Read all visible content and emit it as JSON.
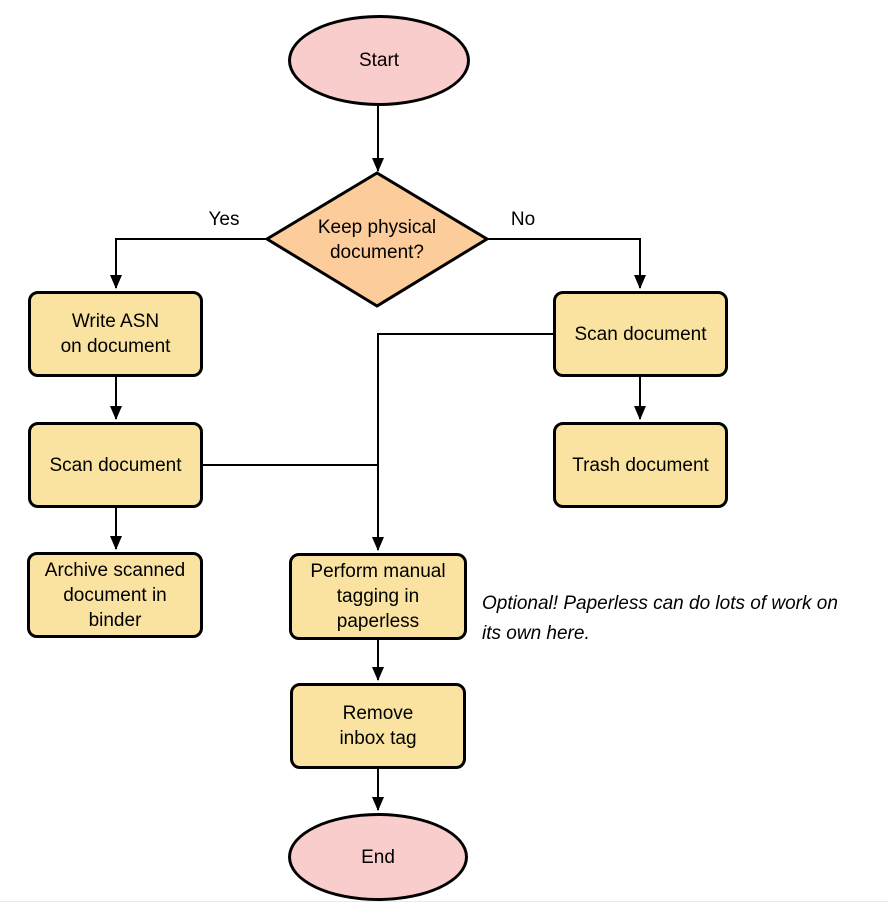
{
  "colors": {
    "terminal_fill": "#F9CDCB",
    "decision_fill": "#FDCC9B",
    "process_fill": "#FAE3A0",
    "stroke": "#000000",
    "footer_line": "#EDEAE0"
  },
  "nodes": {
    "start": {
      "label": "Start",
      "type": "terminal"
    },
    "decision": {
      "label": "Keep physical\ndocument?",
      "type": "decision"
    },
    "write_asn": {
      "label": "Write ASN\non document",
      "type": "process"
    },
    "scan_left": {
      "label": "Scan document",
      "type": "process"
    },
    "archive": {
      "label": "Archive scanned\ndocument in\nbinder",
      "type": "process"
    },
    "scan_right": {
      "label": "Scan document",
      "type": "process"
    },
    "trash": {
      "label": "Trash document",
      "type": "process"
    },
    "tagging": {
      "label": "Perform manual\ntagging in\npaperless",
      "type": "process"
    },
    "remove_inbox": {
      "label": "Remove\ninbox tag",
      "type": "process"
    },
    "end": {
      "label": "End",
      "type": "terminal"
    }
  },
  "edges": {
    "yes_label": "Yes",
    "no_label": "No",
    "flow": [
      "start -> decision",
      "decision -Yes-> write_asn",
      "decision -No-> scan_right",
      "write_asn -> scan_left",
      "scan_left -> archive",
      "scan_left -> tagging",
      "scan_right -> trash",
      "scan_right -> tagging",
      "tagging -> remove_inbox",
      "remove_inbox -> end"
    ]
  },
  "note": {
    "text": "Optional! Paperless can do lots of work on\nits own here."
  }
}
